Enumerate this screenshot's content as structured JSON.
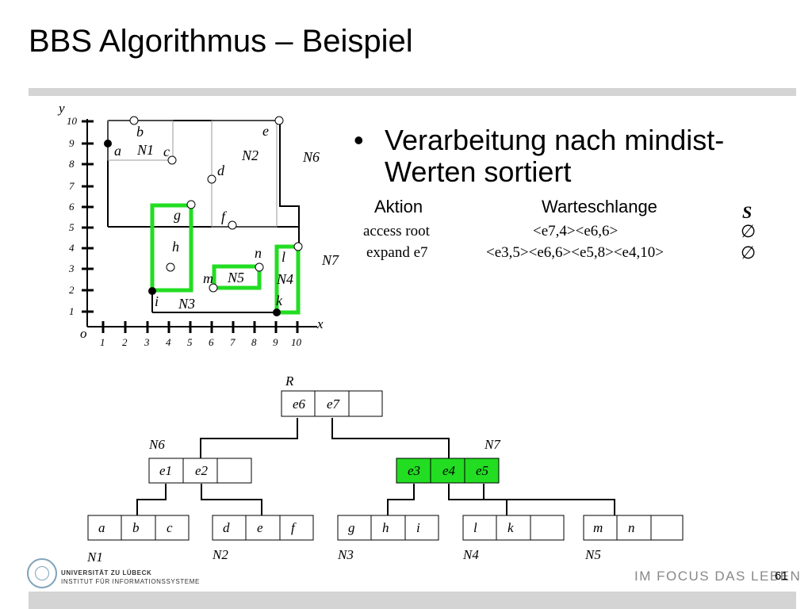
{
  "slide": {
    "title": "BBS Algorithmus – Beispiel",
    "bullet": "Verarbeitung nach mindist-Werten sortiert",
    "page_number": "61",
    "footer_motto": "IM FOCUS DAS LEBEN",
    "university_line1": "UNIVERSITÄT ZU LÜBECK",
    "university_line2": "INSTITUT FÜR INFORMATIONSSYSTEME"
  },
  "table": {
    "col_action": "Aktion",
    "col_queue": "Warteschlange",
    "col_s": "S",
    "rows": [
      {
        "action": "access root",
        "queue": "<e7,4><e6,6>",
        "s": "∅"
      },
      {
        "action": "expand e7",
        "queue": "<e3,5><e6,6><e5,8><e4,10>",
        "s": "∅"
      }
    ]
  },
  "plot": {
    "axis_x": "x",
    "axis_y": "y",
    "origin": "o",
    "x_ticks": [
      "1",
      "2",
      "3",
      "4",
      "5",
      "6",
      "7",
      "8",
      "9",
      "10"
    ],
    "y_ticks": [
      "1",
      "2",
      "3",
      "4",
      "5",
      "6",
      "7",
      "8",
      "9",
      "10"
    ],
    "point_labels": [
      "a",
      "b",
      "c",
      "d",
      "e",
      "f",
      "g",
      "h",
      "i",
      "k",
      "l",
      "m",
      "n"
    ],
    "region_labels": [
      "N1",
      "N2",
      "N3",
      "N4",
      "N5",
      "N6",
      "N7"
    ],
    "highlight_color": "#22dd22"
  },
  "tree": {
    "root_label": "R",
    "root_entries": [
      "e6",
      "e7"
    ],
    "n6_label": "N6",
    "n6_entries": [
      "e1",
      "e2"
    ],
    "n7_label": "N7",
    "n7_entries": [
      "e3",
      "e4",
      "e5"
    ],
    "leaves": [
      {
        "label": "N1",
        "entries": [
          "a",
          "b",
          "c"
        ]
      },
      {
        "label": "N2",
        "entries": [
          "d",
          "e",
          "f"
        ]
      },
      {
        "label": "N3",
        "entries": [
          "g",
          "h",
          "i"
        ]
      },
      {
        "label": "N4",
        "entries": [
          "l",
          "k"
        ]
      },
      {
        "label": "N5",
        "entries": [
          "m",
          "n"
        ]
      }
    ],
    "highlight_color": "#22dd22"
  }
}
